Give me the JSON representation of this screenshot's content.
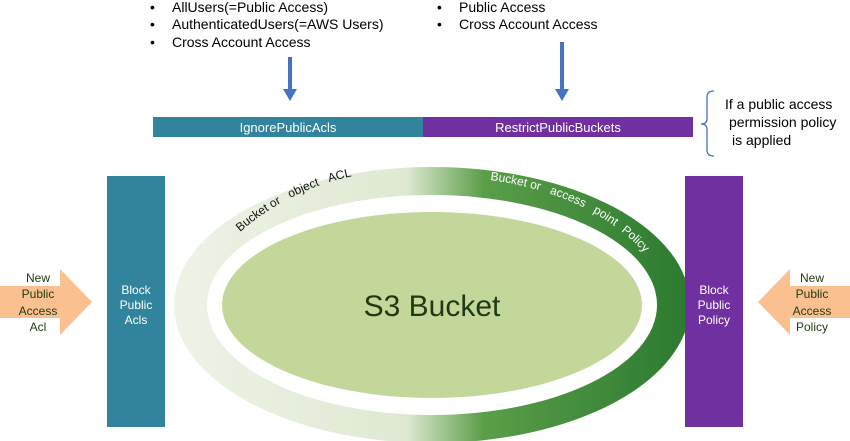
{
  "left_conditions": [
    "AllUsers(=Public Access)",
    "AuthenticatedUsers(=AWS Users)",
    "Cross Account Access"
  ],
  "right_conditions": [
    "Public Access",
    "Cross Account Access"
  ],
  "bars": {
    "ignore": "IgnorePublicAcls",
    "restrict": "RestrictPublicBuckets"
  },
  "note": [
    "If a public access",
    "permission policy",
    "is applied"
  ],
  "ring": {
    "acl_words": [
      "Bucket or",
      "object",
      "ACL"
    ],
    "policy_words": [
      "Bucket or",
      "access",
      "point",
      "Policy"
    ]
  },
  "bucket": "S3 Bucket",
  "block_acls": [
    "Block",
    "Public",
    "Acls"
  ],
  "block_policy": [
    "Block",
    "Public",
    "Policy"
  ],
  "new_acl": [
    "New",
    "Public",
    "Access",
    "Acl"
  ],
  "new_policy": [
    "New",
    "Public",
    "Access",
    "Policy"
  ],
  "colors": {
    "teal": "#31849b",
    "purple": "#7030a0",
    "arrow_blue": "#4472c4",
    "orange": "#fac090",
    "dark_green": "#2e7d32",
    "light_green": "#c4d79b"
  }
}
